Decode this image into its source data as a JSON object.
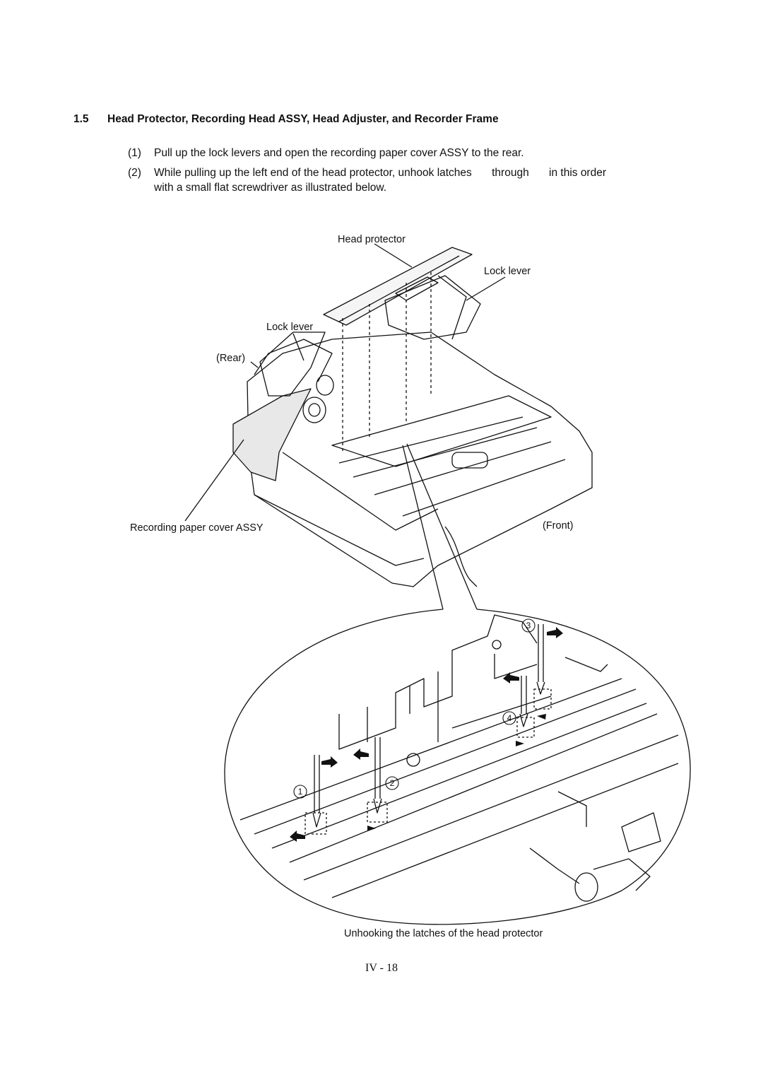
{
  "section": {
    "number": "1.5",
    "title": "Head Protector, Recording Head ASSY, Head Adjuster, and Recorder Frame"
  },
  "steps": [
    {
      "num": "(1)",
      "text": "Pull up the lock levers and open the recording paper cover ASSY to the rear."
    },
    {
      "num": "(2)",
      "text_a": "While pulling up the left end of the head protector, unhook latches",
      "text_b": "through",
      "text_c": "in this order",
      "text_d": "with a small flat screwdriver as illustrated below."
    }
  ],
  "figure": {
    "labels": {
      "head_protector": "Head protector",
      "lock_lever_right": "Lock lever",
      "lock_lever_left": "Lock lever",
      "rear": "(Rear)",
      "cover": "Recording paper cover ASSY",
      "front": "(Front)"
    },
    "latch_markers": [
      "1",
      "2",
      "3",
      "4"
    ],
    "caption": "Unhooking the latches of the head protector"
  },
  "footer": {
    "page": "IV - 18"
  }
}
